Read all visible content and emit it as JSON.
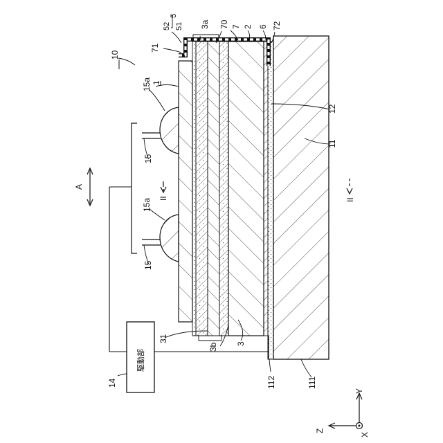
{
  "figure": {
    "labels": {
      "l10": "10",
      "l1": "1",
      "l5": "5",
      "l52": "52",
      "l51": "51",
      "l71": "71",
      "l3a": "3a",
      "l70": "70",
      "l7": "7",
      "l2": "2",
      "l6": "6",
      "l72": "72",
      "l12": "12",
      "l11": "11",
      "l15a_top": "15a",
      "l15a_bot": "15a",
      "l15_top": "15",
      "l15_bot": "15",
      "lA": "A",
      "lII_left": "II",
      "lII_right": "II",
      "l31": "31",
      "l3b": "3b",
      "l3": "3",
      "l14": "14",
      "l112": "112",
      "l111": "111",
      "drive": "駆動部",
      "axisZ": "Z",
      "axisY": "Y",
      "axisX": "X"
    }
  }
}
